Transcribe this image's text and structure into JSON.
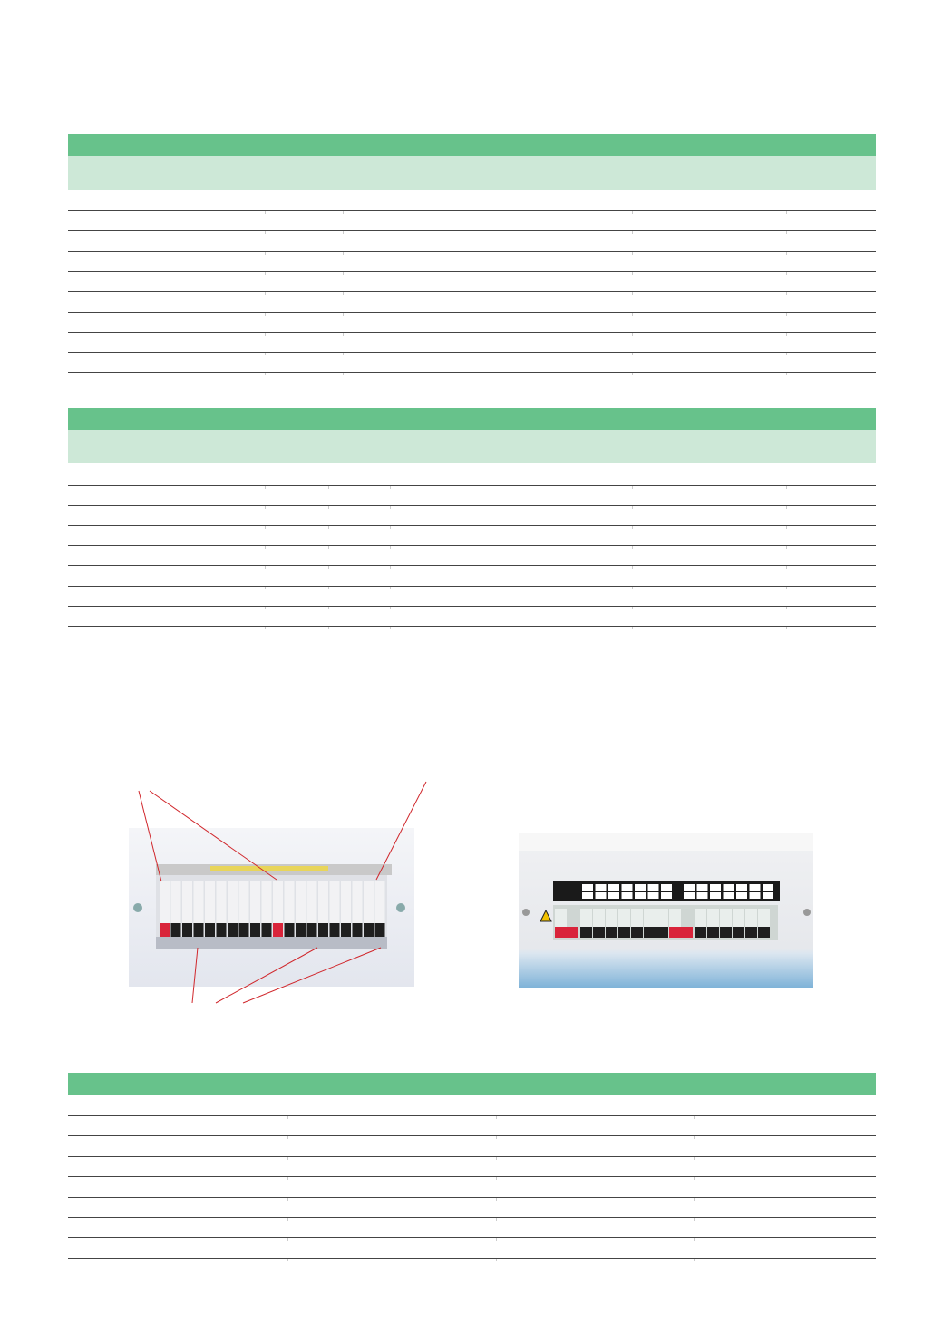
{
  "colors": {
    "table_header": "#67c28b",
    "table_subheader": "#cde8d7",
    "rule": "#444444",
    "callout_line": "#d0262b"
  },
  "tables": [
    {
      "rows": 9
    },
    {
      "rows": 8
    },
    {
      "rows": 8
    }
  ],
  "photos": [
    {
      "subject": "consumer-unit-open"
    },
    {
      "subject": "consumer-unit-closed"
    }
  ]
}
